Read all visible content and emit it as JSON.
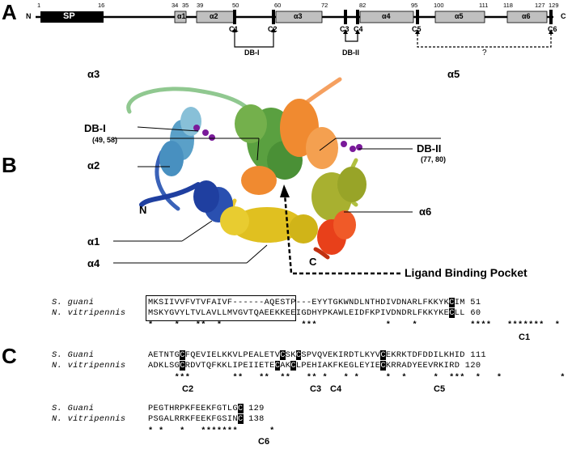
{
  "panels": {
    "a": "A",
    "b": "B",
    "c": "C"
  },
  "domain_map": {
    "n_term": "N",
    "c_term": "C",
    "signal_peptide": "SP",
    "positions": [
      "1",
      "16",
      "34",
      "35",
      "39",
      "50",
      "60",
      "72",
      "82",
      "95",
      "100",
      "111",
      "118",
      "127",
      "129"
    ],
    "helices": [
      "α1",
      "α2",
      "α3",
      "α4",
      "α5",
      "α6"
    ],
    "cysteines": [
      "C1",
      "C2",
      "C3",
      "C4",
      "C5",
      "C6"
    ],
    "disulfides": [
      "DB-I",
      "DB-II"
    ],
    "unknown_bond": "?"
  },
  "structure": {
    "helix_labels": {
      "a1": "α1",
      "a2": "α2",
      "a3": "α3",
      "a4": "α4",
      "a5": "α5",
      "a6": "α6"
    },
    "db1": {
      "name": "DB-I",
      "residues": "(49, 58)"
    },
    "db2": {
      "name": "DB-II",
      "residues": "(77, 80)"
    },
    "n_term": "N",
    "c_term": "C",
    "pocket": "Ligand Binding Pocket"
  },
  "alignment": {
    "block1": {
      "s1_name": "S. guani",
      "s2_name": "N. vitripennis",
      "s1_pre": "MKSIIVVFVTVFAIVF------A",
      "s1_mid": "QESTP---EYYTGKWNDLNTHDIVDNARLFKKYK",
      "s1_cys": "C",
      "s1_post": "IM",
      "s1_num": "51",
      "s2_pre": "MSKYGVYLTVLAVLLMVGVTQA",
      "s2_mid": "EEKKEEIGDHYPKAWLEIDFKPIVDNDRLFKKYKE",
      "s2_cys": "C",
      "s2_post": "LL",
      "s2_num": "60",
      "stars": "*    *   **  *               ***             *    *          ****   *******  *",
      "cys_labels": [
        "C1"
      ]
    },
    "block2": {
      "s1_name": "S. Guani",
      "s2_name": "N. vitripennis",
      "s1_a": "AETNTG",
      "s1_c1": "C",
      "s1_b": "FQEVIELKKVLPEALETV",
      "s1_c2": "C",
      "s1_c": "SK",
      "s1_c3": "C",
      "s1_d": "SPVQVEKIRDTLKYV",
      "s1_c4": "C",
      "s1_e": "EKRKTDFDDILKHID",
      "s1_num": "111",
      "s2_a": "ADKLSG",
      "s2_c1": "C",
      "s2_b": "RDVTQFKKLIPEIIETE",
      "s2_c2": "C",
      "s2_c": "AK",
      "s2_c3": "C",
      "s2_d": "LPEHIAKFKEGLEYIE",
      "s2_c4": "C",
      "s2_e": "KRRADYEEVRKIRD",
      "s2_num": "120",
      "stars": "     ***        **   **  **   ** *   * *     *  *     *  ***  *   *           *    *",
      "cys_labels": [
        "C2",
        "C3",
        "C4",
        "C5"
      ]
    },
    "block3": {
      "s1_name": "S. Guani",
      "s2_name": "N. vitripennis",
      "s1_seq": "PEGTHRPKFEEKFGTLG",
      "s1_cys": "C",
      "s1_num": "129",
      "s2_seq": "PSGALRRKFEEKFGSIN",
      "s2_cys": "C",
      "s2_num": "138",
      "stars": "* *   *   *******      *",
      "cys_labels": [
        "C6"
      ]
    }
  },
  "colors": {
    "helix_fill": "#c0c0c0",
    "a1": "#1f3fa0",
    "a2": "#5aa0c8",
    "a3": "#5aa040",
    "a4": "#e0c020",
    "a5": "#f08a30",
    "a6": "#e8401a",
    "loop": "#90c890",
    "disulfide": "#7a1a9a"
  }
}
